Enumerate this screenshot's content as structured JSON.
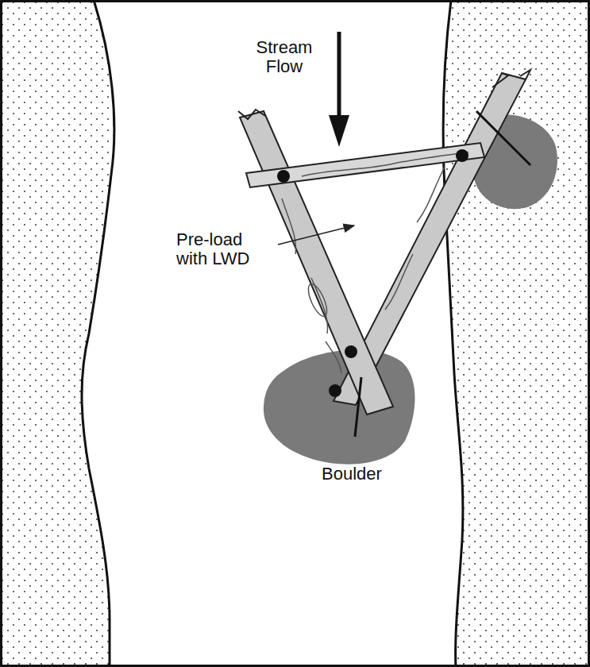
{
  "diagram": {
    "labels": [
      "Stream Flow",
      "Pre-load with LWD",
      "Boulder"
    ]
  }
}
